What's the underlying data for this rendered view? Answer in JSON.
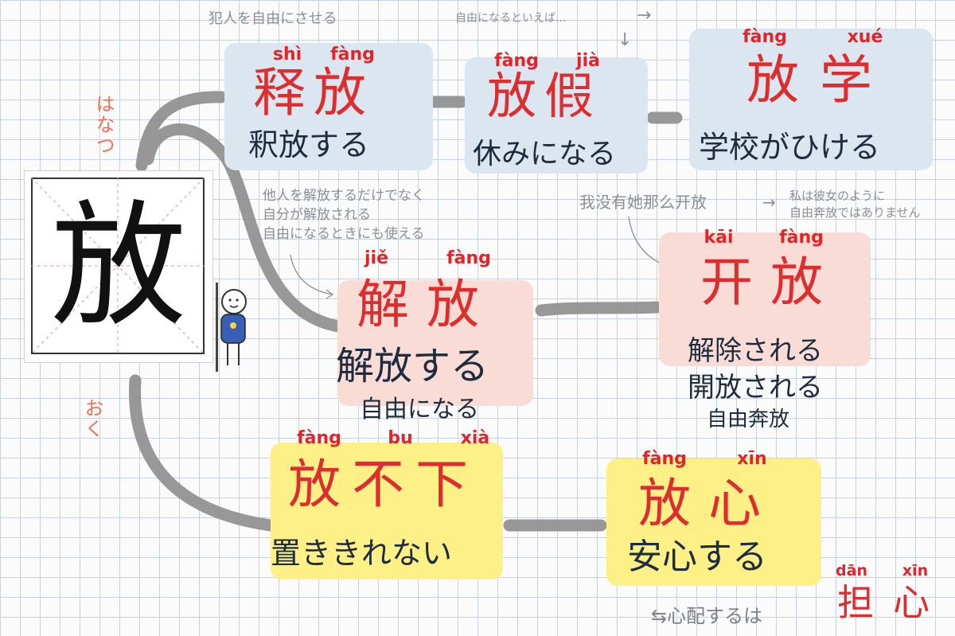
{
  "main_character": "放",
  "readings": {
    "hanatsu": "はなつ",
    "oku": "おく"
  },
  "notes": {
    "criminal": "犯人を自由にさせる",
    "speaking_of_free": "自由になるといえば...",
    "arrow_right": "→",
    "arrow_down": "↓",
    "jiefang_note": [
      "他人を解放するだけでなく",
      "自分が解放される",
      "自由になるときにも使える"
    ],
    "kaifang_example_cn": "我没有她那么开放",
    "kaifang_example_arrow": "→",
    "kaifang_example_ja": [
      "私は彼女のように",
      "自由奔放ではありません"
    ],
    "danxin_prefix": "⇆心配するは"
  },
  "words": [
    {
      "id": "shifang",
      "pinyin": [
        "shì",
        "fàng"
      ],
      "hanzi": "释放",
      "meaning": [
        "釈放する"
      ]
    },
    {
      "id": "fangjia",
      "pinyin": [
        "fàng",
        "jià"
      ],
      "hanzi": "放假",
      "meaning": [
        "休みになる"
      ]
    },
    {
      "id": "fangxue",
      "pinyin": [
        "fàng",
        "xué"
      ],
      "hanzi": "放学",
      "meaning": [
        "学校がひける"
      ]
    },
    {
      "id": "jiefang",
      "pinyin": [
        "jiě",
        "fàng"
      ],
      "hanzi": "解放",
      "meaning": [
        "解放する",
        "自由になる"
      ]
    },
    {
      "id": "kaifang",
      "pinyin": [
        "kāi",
        "fàng"
      ],
      "hanzi": "开放",
      "meaning": [
        "解除される",
        "開放される",
        "自由奔放"
      ]
    },
    {
      "id": "fangbuxia",
      "pinyin": [
        "fàng",
        "bu",
        "xià"
      ],
      "hanzi": "放不下",
      "meaning": [
        "置ききれない"
      ]
    },
    {
      "id": "fangxin",
      "pinyin": [
        "fàng",
        "xīn"
      ],
      "hanzi": "放心",
      "meaning": [
        "安心する"
      ]
    },
    {
      "id": "danxin",
      "pinyin": [
        "dān",
        "xīn"
      ],
      "hanzi": "担心"
    }
  ],
  "colors": {
    "blue_box": "#dce6f1",
    "pink_box": "#f9dcd6",
    "yellow_box": "#fcf087",
    "pinyin": "#e0262b",
    "connector": "#8f8f8f"
  }
}
